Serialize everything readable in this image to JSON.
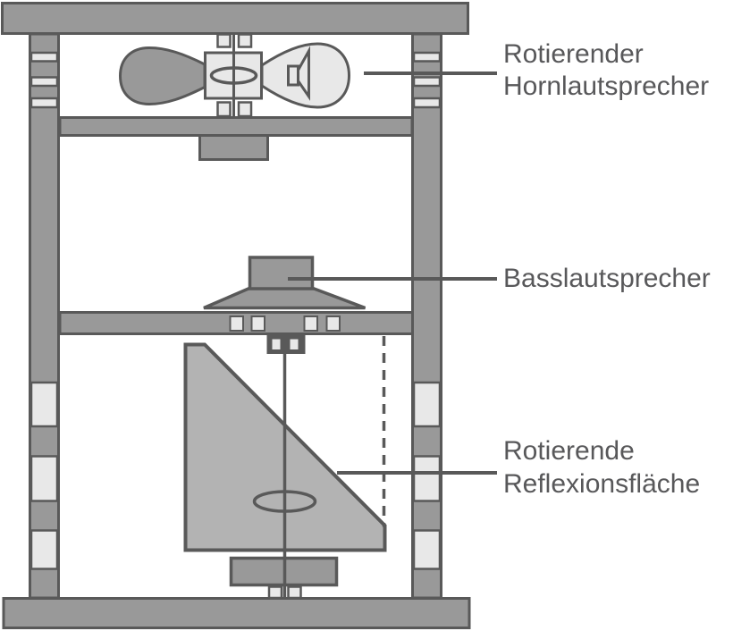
{
  "labels": {
    "horn": {
      "line1": "Rotierender",
      "line2": "Hornlautsprecher"
    },
    "bass": {
      "line1": "Basslautsprecher"
    },
    "reflector": {
      "line1": "Rotierende",
      "line2": "Reflexionsfläche"
    }
  },
  "colors": {
    "frame_gray": "#999999",
    "light_gray": "#e8e8e8",
    "reflector_gray": "#b3b3b3",
    "outline": "#595959",
    "text": "#58585a",
    "background": "#ffffff"
  }
}
